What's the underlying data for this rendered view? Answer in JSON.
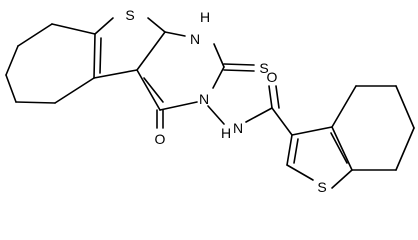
{
  "structure": {
    "atom_labels": {
      "s_thiophene_top": "S",
      "nh_ring": "H",
      "n_ring": "N",
      "s_thione": "S",
      "n_amide_ring": "N",
      "o_ketone": "O",
      "nh_amide": "H",
      "n_amide": "N",
      "o_amide": "O",
      "s_thiophene_bottom": "S"
    },
    "colors": {
      "bond": "#000000",
      "background": "#ffffff"
    }
  }
}
